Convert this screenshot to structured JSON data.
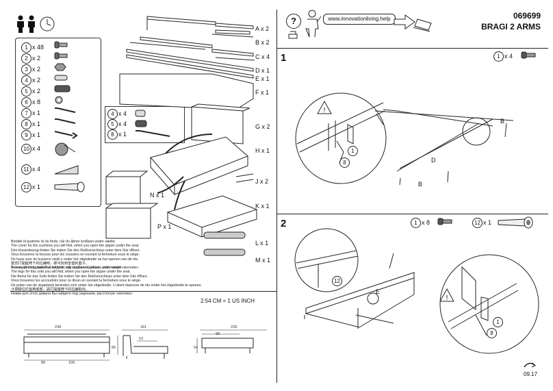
{
  "header": {
    "code": "069699",
    "title": "BRAGI 2 ARMS",
    "website": "www.innovationliving.help",
    "help_symbol": "?"
  },
  "hardware": [
    {
      "num": "1",
      "qty": "x 48",
      "icon": "bolt-icon"
    },
    {
      "num": "2",
      "qty": "x 2",
      "icon": "bolt-icon"
    },
    {
      "num": "3",
      "qty": "x 2",
      "icon": "nut-icon"
    },
    {
      "num": "4",
      "qty": "x 2",
      "icon": "dowel-icon"
    },
    {
      "num": "5",
      "qty": "x 2",
      "icon": "spring-bolt-icon"
    },
    {
      "num": "6",
      "qty": "x 8",
      "icon": "washer-icon"
    },
    {
      "num": "7",
      "qty": "x 1",
      "icon": "allen-key-icon"
    },
    {
      "num": "8",
      "qty": "x 1",
      "icon": "allen-key-icon"
    },
    {
      "num": "9",
      "qty": "x 1",
      "icon": "wrench-icon"
    },
    {
      "num": "10",
      "qty": "x 4",
      "icon": "wheel-icon"
    },
    {
      "num": "11",
      "qty": "x 4",
      "icon": "wedge-icon"
    },
    {
      "num": "12",
      "qty": "x 1",
      "icon": "leg-icon"
    }
  ],
  "arm_hardware": [
    {
      "num": "4",
      "qty": "x 4"
    },
    {
      "num": "5",
      "qty": "x 4"
    },
    {
      "num": "8",
      "qty": "x 1"
    }
  ],
  "parts": {
    "A": "A x 2",
    "B": "B x 2",
    "C": "C x 4",
    "D": "D x 1",
    "E": "E x 1",
    "F": "F x 1",
    "G": "G x 2",
    "H": "H x 1",
    "J": "J x 2",
    "K": "K x 1",
    "N": "N x 1",
    "P": "P x 1",
    "L": "L x 1",
    "M": "M x 1"
  },
  "notes_1": [
    "Betræk til pudeme vil du finde, når du åbner lynlåsen under sædet.",
    "The cover for the cushions you will find, when you open the zipper under the seat.",
    "Den Kissenbezug finden Sie indem Sie den Reißverschluss unter dem Sitz öffnen.",
    "Vous trouverez la housse pour les coussins en ouvrant la fermeture sous le siège.",
    "De hoes voor de kussens vindt u onder het zitgedeelte na het openen van de rits.",
    "當您打開座椅下的拉鍊時，即可找到坐墊的套子。",
    "Чехлы для подушек Вы найдете под сиденьем диване, расстегнув «молнию»"
  ],
  "notes_2": [
    "Benene til dette møbel vil du finde, når du åbner lynlåsen under sædet.",
    "The legs for this sofa you will find, when you open the zipper under the seat.",
    "Die Beine für das Sofa finden Sie indem Sie den Reißverschluss unter dem Sitz öffnen.",
    "Vous trouverez les accoudoirs pour ce divan en ouvrant la fermeture sous le siège.",
    "De poten van de slaapbank bevinden zich onder het zitgedeelte. U dient daarvoor de rits onder het zitgedeelte te openen.",
    "沙發腳位於座椅底部，請打開座椅下的拉鍊取出。",
    "Ножки для этого дивана Вы найдете под сиденьем, расстегнув «молнию»"
  ],
  "conversion": "2.54 CM = 1 US INCH",
  "dimensions": {
    "front_width": "238",
    "front_left": "89",
    "front_right": "109",
    "side_depth": "181",
    "side_seat": "53",
    "side_height": "85",
    "bed_length": "228",
    "bed_depth": "98",
    "bed_height": "54"
  },
  "step1": {
    "number": "1",
    "hardware": [
      {
        "num": "1",
        "qty": "x 4"
      }
    ],
    "callouts": [
      "B",
      "D",
      "B"
    ],
    "labels": [
      "1",
      "8"
    ]
  },
  "step2": {
    "number": "2",
    "hardware": [
      {
        "num": "1",
        "qty": "x 8"
      },
      {
        "num": "12",
        "qty": "x 1"
      }
    ],
    "callouts": [
      "E",
      "12"
    ],
    "labels": [
      "1",
      "8"
    ]
  },
  "footer": {
    "page": "09.17"
  }
}
